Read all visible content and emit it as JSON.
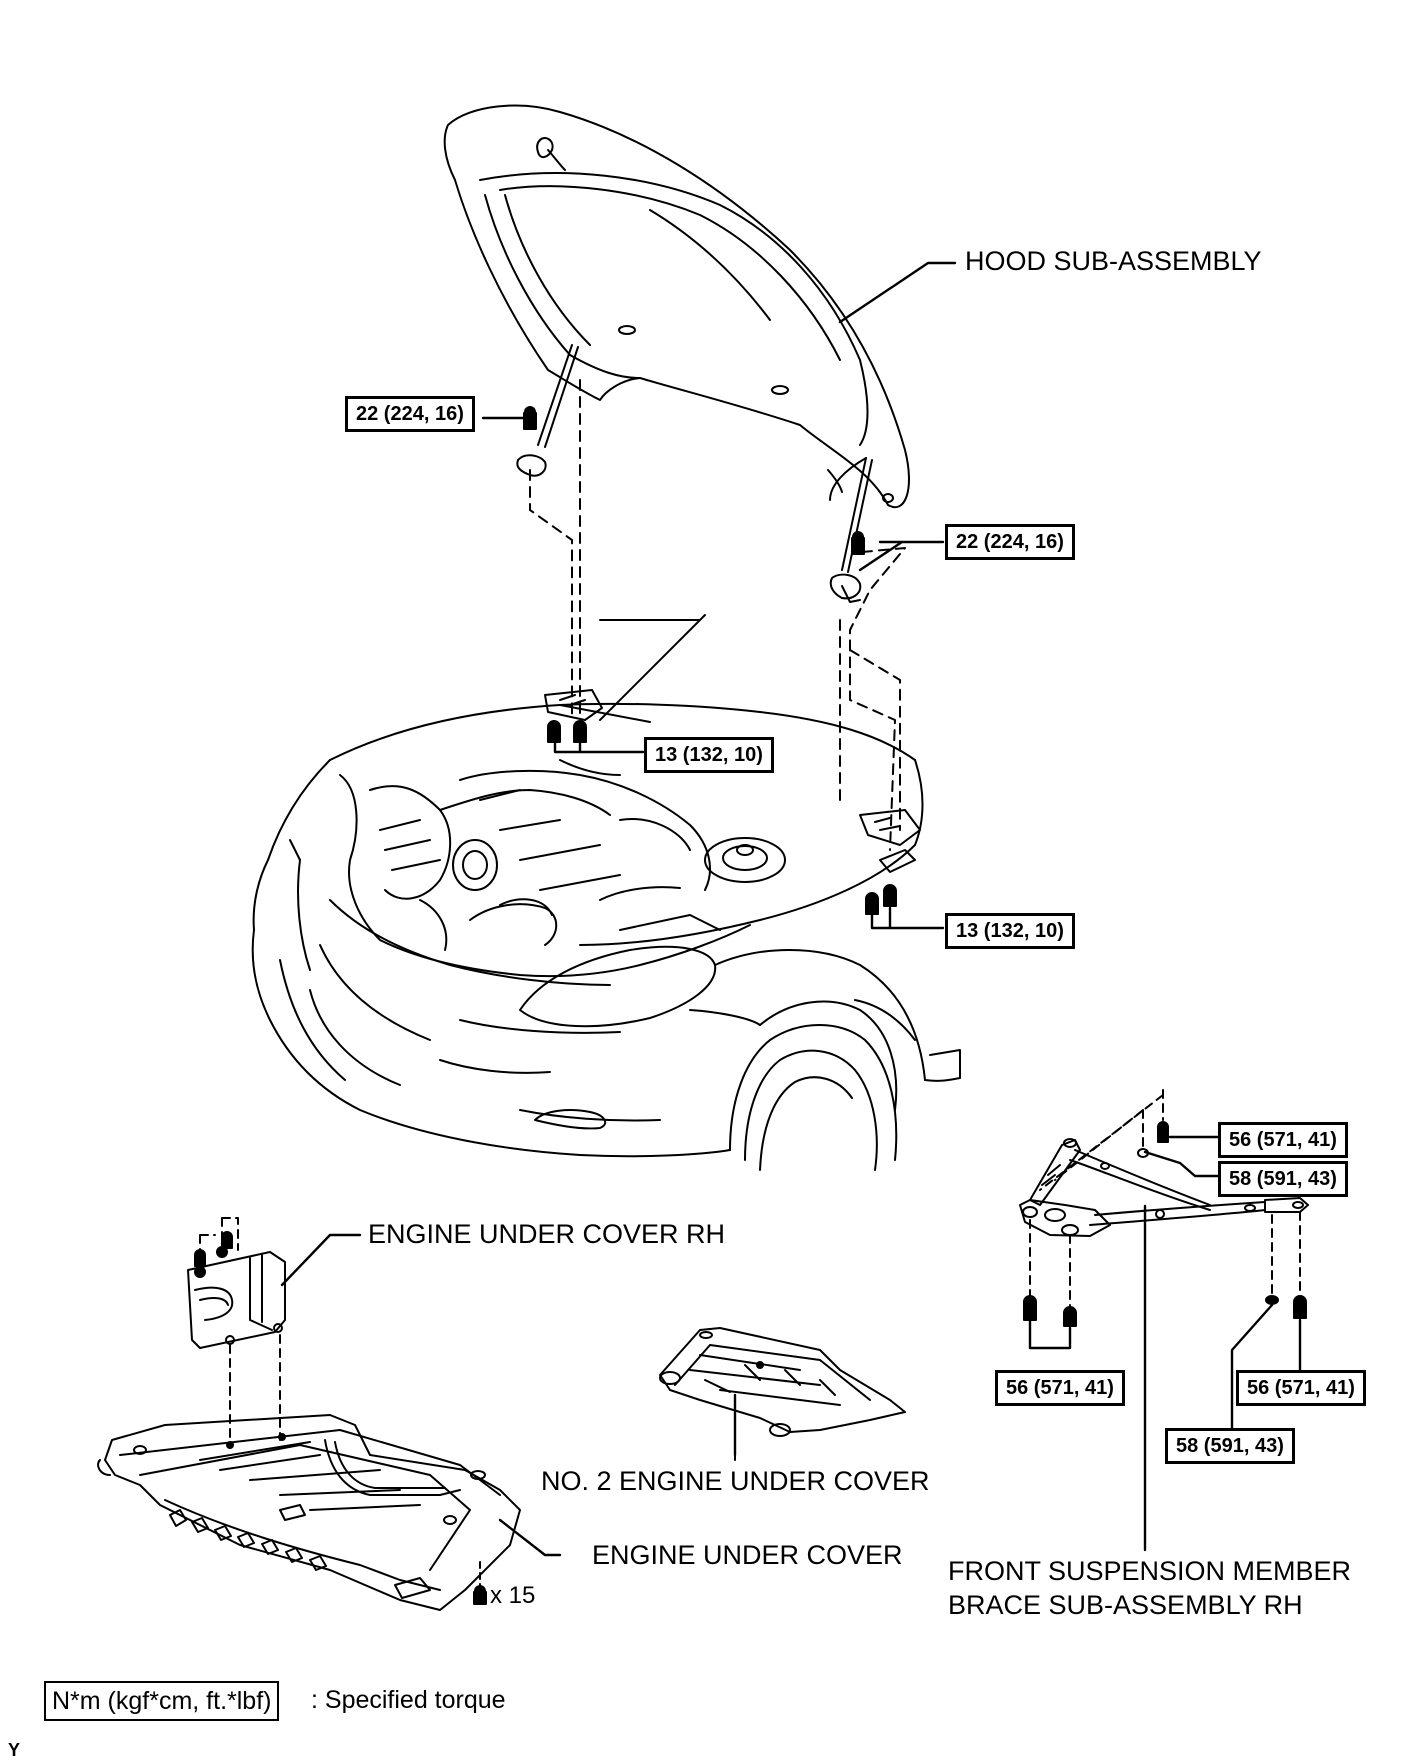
{
  "labels": {
    "hood": "HOOD SUB-ASSEMBLY",
    "engine_under_cover_rh": "ENGINE UNDER COVER RH",
    "no2_engine_under_cover": "NO. 2 ENGINE UNDER COVER",
    "engine_under_cover": "ENGINE UNDER COVER",
    "brace_line1": "FRONT SUSPENSION MEMBER",
    "brace_line2": "BRACE SUB-ASSEMBLY RH",
    "bolt_count": "x 15"
  },
  "torques": {
    "hood_stay_left": "22 (224, 16)",
    "hood_stay_right": "22 (224, 16)",
    "hinge_left": "13 (132, 10)",
    "hinge_right": "13 (132, 10)",
    "brace_top_56": "56 (571, 41)",
    "brace_top_58": "58 (591, 43)",
    "brace_bottom_left_56": "56 (571, 41)",
    "brace_bottom_right_56": "56 (571, 41)",
    "brace_bottom_58": "58 (591, 43)"
  },
  "legend": {
    "unit": "N*m (kgf*cm, ft.*lbf)",
    "desc": ": Specified torque"
  },
  "figure_id": "Y"
}
